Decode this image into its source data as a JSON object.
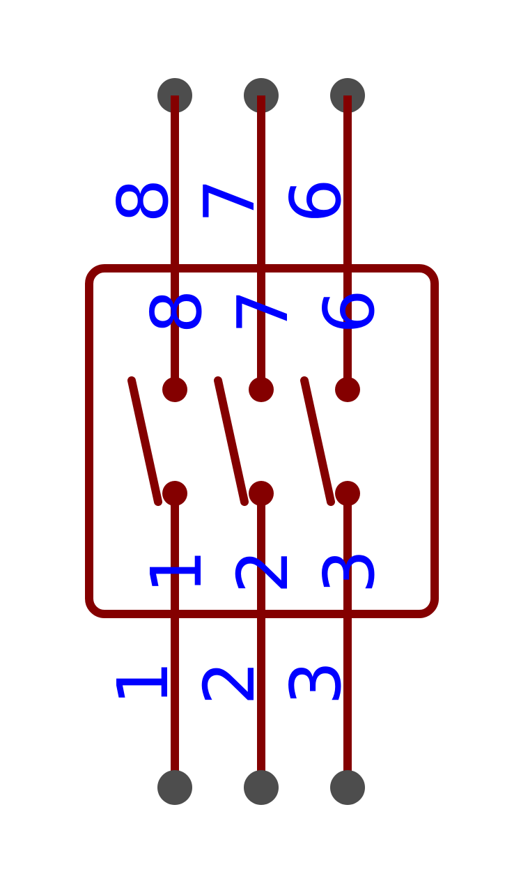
{
  "colors": {
    "background": "#ffffff",
    "body": "#840000",
    "text": "#0000ff",
    "pad": "#4d4d4d"
  },
  "pins": [
    {
      "number": "8",
      "name": "8"
    },
    {
      "number": "7",
      "name": "7"
    },
    {
      "number": "6",
      "name": "6"
    },
    {
      "number": "1",
      "name": "1"
    },
    {
      "number": "2",
      "name": "2"
    },
    {
      "number": "3",
      "name": "3"
    }
  ]
}
